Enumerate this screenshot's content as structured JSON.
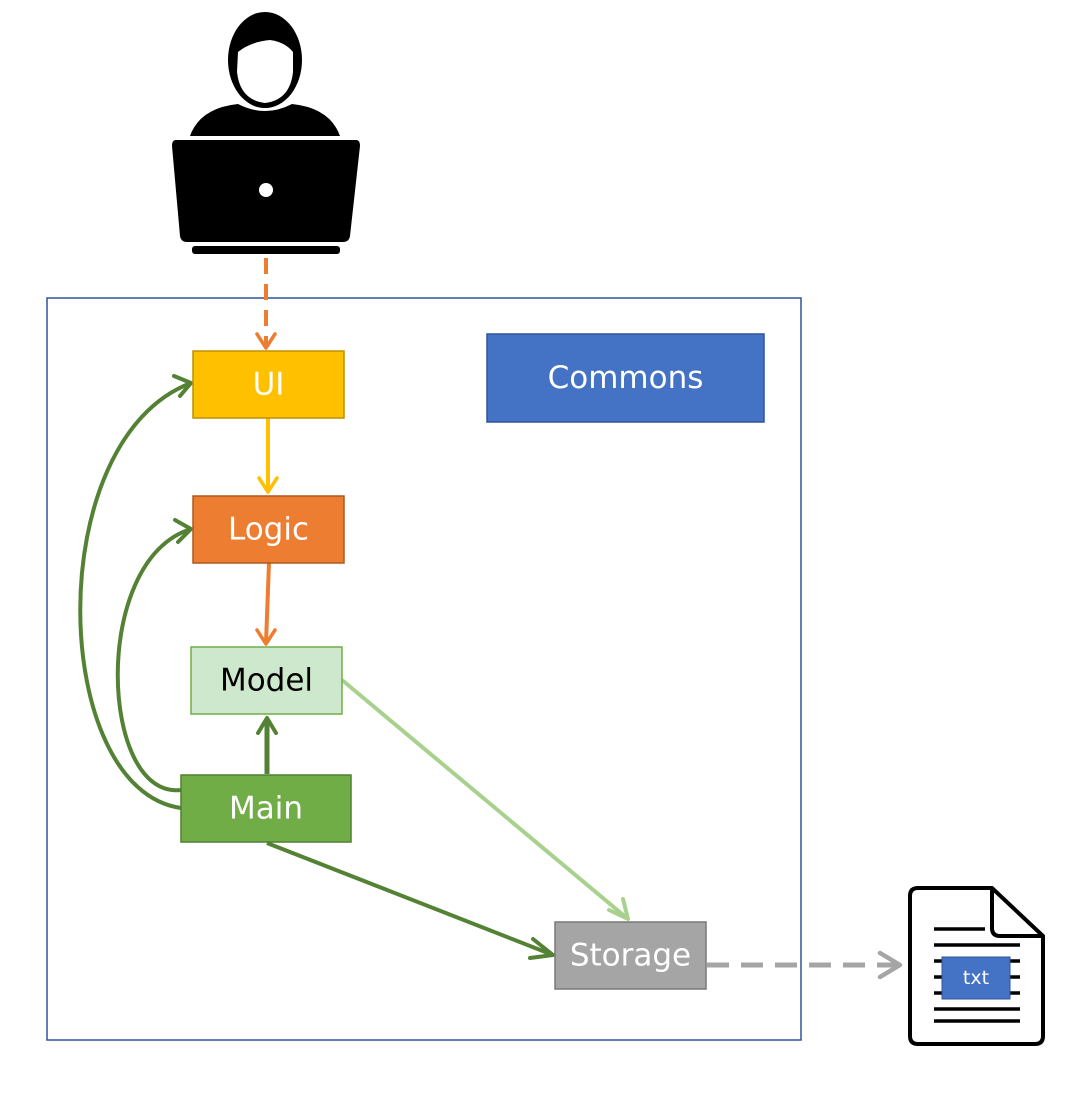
{
  "components": {
    "ui": {
      "label": "UI",
      "fill": "#FFC000"
    },
    "logic": {
      "label": "Logic",
      "fill": "#ED7D31"
    },
    "model": {
      "label": "Model",
      "fill": "#CDE8CD"
    },
    "main": {
      "label": "Main",
      "fill": "#70AD47"
    },
    "storage": {
      "label": "Storage",
      "fill": "#A5A5A5"
    },
    "commons": {
      "label": "Commons",
      "fill": "#4472C4"
    }
  },
  "file": {
    "label": "txt"
  },
  "icons": {
    "user": "user-laptop-icon",
    "file": "text-file-icon"
  },
  "colors": {
    "user_to_ui": "#ED7D31",
    "ui_to_logic": "#FFC000",
    "logic_to_model": "#ED7D31",
    "main_links": "#548235",
    "model_to_storage": "#A9D18E",
    "storage_to_file": "#A5A5A5",
    "container_border": "#2F5597"
  }
}
